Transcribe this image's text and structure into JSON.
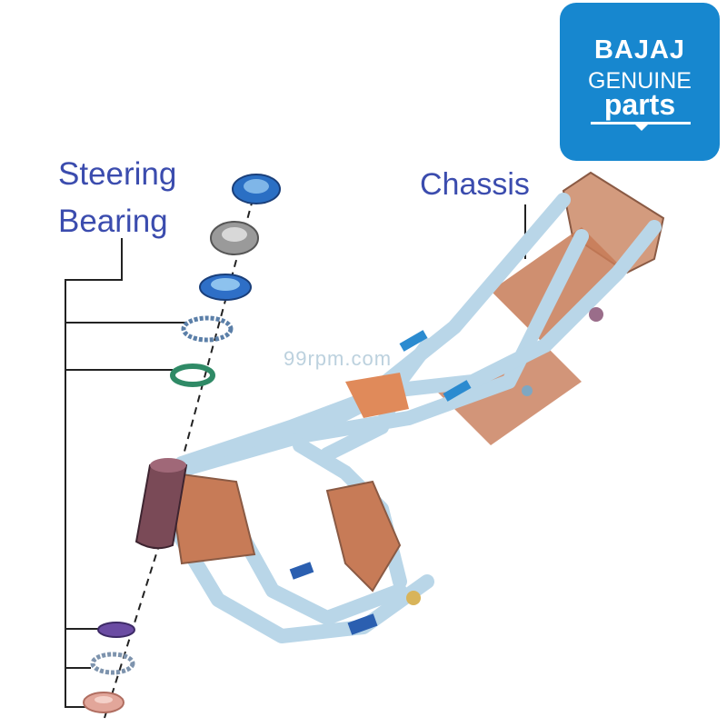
{
  "labels": {
    "steering_line1": "Steering",
    "steering_line2": "Bearing",
    "chassis": "Chassis"
  },
  "logo": {
    "brand": "BAJAJ",
    "line2": "GENUINE",
    "line3": "parts",
    "bg_color": "#1787cf"
  },
  "watermark": "99rpm.com",
  "colors": {
    "frame_tube": "#b9d6e8",
    "frame_plate": "#c77b57",
    "head_tube": "#7a4a57",
    "label_text": "#3b4cae"
  }
}
